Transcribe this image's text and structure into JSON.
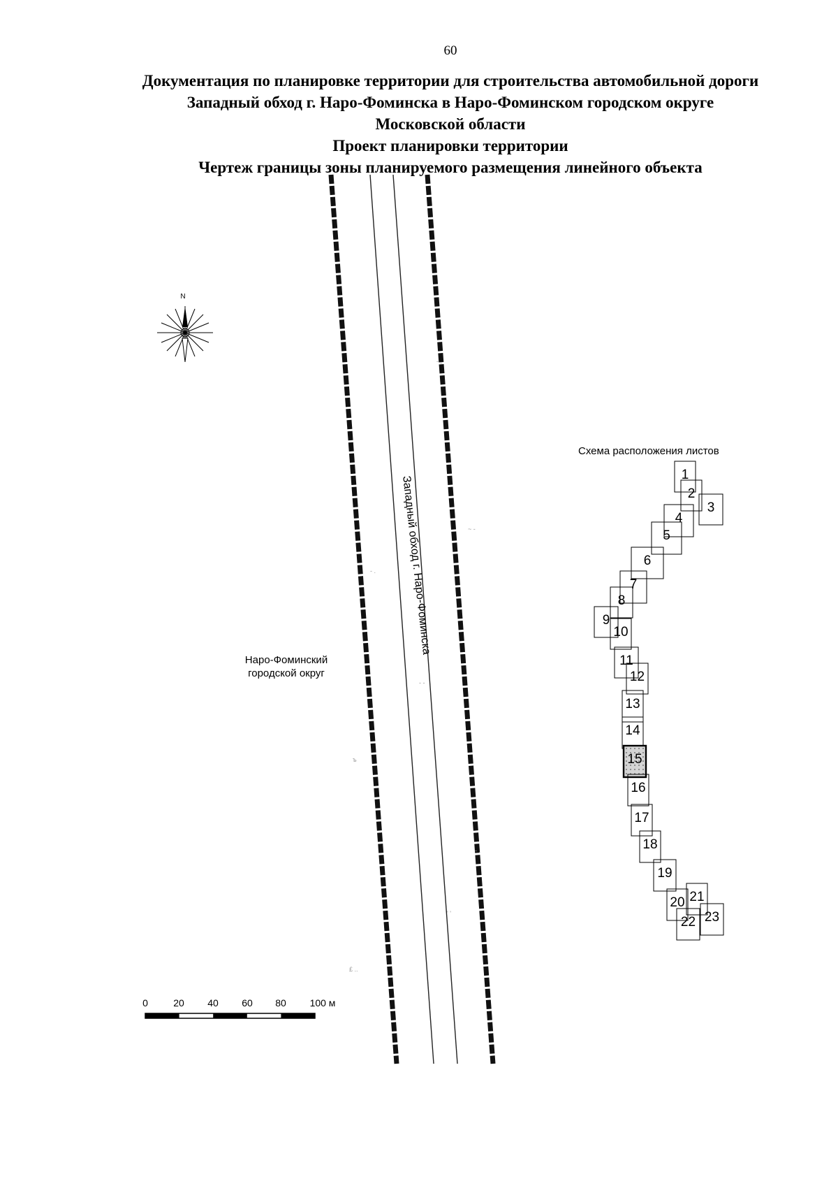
{
  "page_number": "60",
  "title_lines": [
    "Документация по планировке территории для строительства автомобильной дороги",
    "Западный обход г. Наро-Фоминска в Наро-Фоминском городском округе",
    "Московской области",
    "Проект планировки территории",
    "Чертеж границы зоны планируемого размещения линейного объекта"
  ],
  "compass": {
    "north_label": "N",
    "icon": "compass-rose-icon"
  },
  "district_label": [
    "Наро-Фоминский",
    "городской округ"
  ],
  "road_label": "Западный обход г. Наро-Фоминска",
  "sheet_scheme": {
    "title": "Схема расположения листов",
    "active_sheet": "15",
    "sheets": [
      "1",
      "2",
      "3",
      "4",
      "5",
      "6",
      "7",
      "8",
      "9",
      "10",
      "11",
      "12",
      "13",
      "14",
      "15",
      "16",
      "17",
      "18",
      "19",
      "20",
      "21",
      "22",
      "23"
    ]
  },
  "scale_bar": {
    "labels": [
      "0",
      "20",
      "40",
      "60",
      "80",
      "100 м"
    ]
  },
  "colors": {
    "ink": "#000000",
    "boundary": "#111111",
    "active_sheet_fill": "#bdbdbd"
  }
}
